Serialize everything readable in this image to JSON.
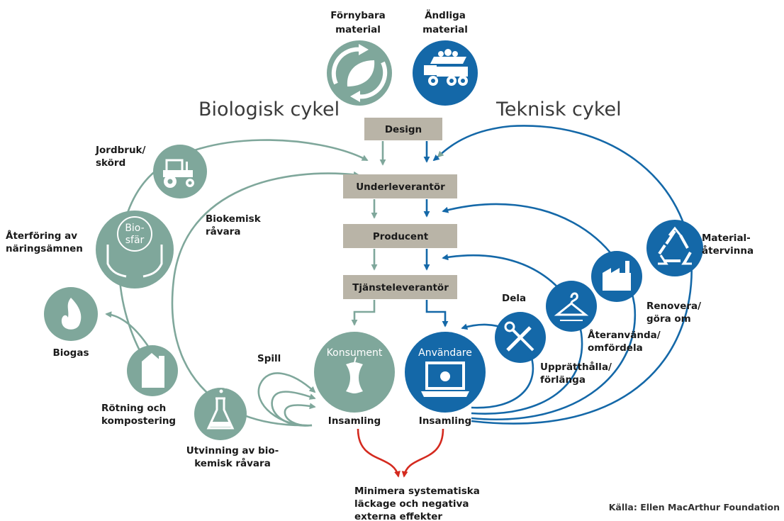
{
  "colors": {
    "bio_green": "#7fa79b",
    "tech_blue": "#1468a8",
    "process_box": "#b9b4a7",
    "leak_red": "#d42a1f",
    "text": "#1a1a1a"
  },
  "cycles": {
    "biological": "Biologisk cykel",
    "technical": "Teknisk cykel"
  },
  "inputs": {
    "renewable": [
      "Förnybara",
      "material"
    ],
    "finite": [
      "Ändliga",
      "material"
    ],
    "renewable_icon": "recycle-leaf-icon",
    "finite_icon": "dump-truck-icon"
  },
  "chain": {
    "design": "Design",
    "supplier": "Underleverantör",
    "producer": "Producent",
    "service": "Tjänsteleverantör"
  },
  "consumer": {
    "label": "Konsument",
    "collection": "Insamling",
    "icon": "apple-core-icon"
  },
  "user": {
    "label": "Användare",
    "collection": "Insamling",
    "icon": "laptop-icon"
  },
  "biological_nodes": {
    "farming": [
      "Jordbruk/",
      "skörd"
    ],
    "biosphere": [
      "Bio-",
      "sfär"
    ],
    "nutrient_return": [
      "Återföring av",
      "näringsämnen"
    ],
    "biogas": "Biogas",
    "digestion": [
      "Rötning och",
      "kompostering"
    ],
    "extraction": [
      "Utvinning av bio-",
      "kemisk råvara"
    ],
    "feedstock": [
      "Biokemisk",
      "råvara"
    ],
    "spill": "Spill"
  },
  "technical_nodes": {
    "share": "Dela",
    "maintain": [
      "Upprätthålla/",
      "förlänga"
    ],
    "reuse": [
      "Återanvända/",
      "omfördela"
    ],
    "refurbish": [
      "Renovera/",
      "göra om"
    ],
    "recycle": [
      "Material-",
      "återvinna"
    ]
  },
  "leakage": [
    "Minimera systematiska",
    "läckage och negativa",
    "externa effekter"
  ],
  "source": "Källa: Ellen MacArthur Foundation"
}
